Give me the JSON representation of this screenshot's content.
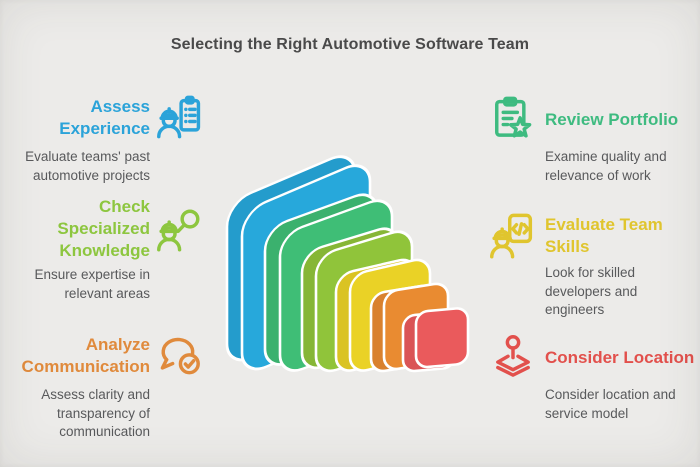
{
  "title": "Selecting the Right Automotive Software Team",
  "colors": {
    "background": "#ECEBE9",
    "title_text": "#4A4A4A",
    "description_text": "#58595B",
    "tile_outline": "#FFFFFF"
  },
  "items": {
    "left": [
      {
        "heading_lines": [
          "Assess",
          "Experience"
        ],
        "description_lines": [
          "Evaluate teams' past",
          "automotive projects"
        ],
        "color": "#2BA3D9",
        "icon": "engineer-clipboard-icon"
      },
      {
        "heading_lines": [
          "Check",
          "Specialized",
          "Knowledge"
        ],
        "description_lines": [
          "Ensure expertise in",
          "relevant areas"
        ],
        "color": "#8DC63F",
        "icon": "engineer-magnifier-icon"
      },
      {
        "heading_lines": [
          "Analyze",
          "Communication"
        ],
        "description_lines": [
          "Assess clarity and",
          "transparency of",
          "communication"
        ],
        "color": "#E08A3C",
        "icon": "chat-check-icon"
      }
    ],
    "right": [
      {
        "heading_lines": [
          "Review Portfolio"
        ],
        "description_lines": [
          "Examine quality and",
          "relevance of work"
        ],
        "color": "#3EBB80",
        "icon": "clipboard-star-icon"
      },
      {
        "heading_lines": [
          "Evaluate Team",
          "Skills"
        ],
        "description_lines": [
          "Look for skilled",
          "developers and",
          "engineers"
        ],
        "color": "#E0C52E",
        "icon": "engineer-code-icon"
      },
      {
        "heading_lines": [
          "Consider Location"
        ],
        "description_lines": [
          "Consider location and",
          "service model"
        ],
        "color": "#E2504C",
        "icon": "map-pin-layers-icon"
      }
    ]
  },
  "pyramid": {
    "layers": [
      {
        "name": "layer-1-back",
        "color": "#27A8DB"
      },
      {
        "name": "layer-2",
        "color": "#3FBE76"
      },
      {
        "name": "layer-3",
        "color": "#90C43A"
      },
      {
        "name": "layer-4",
        "color": "#EAD226"
      },
      {
        "name": "layer-5",
        "color": "#E98B31"
      },
      {
        "name": "layer-6-front",
        "color": "#EA5A5C"
      }
    ]
  }
}
